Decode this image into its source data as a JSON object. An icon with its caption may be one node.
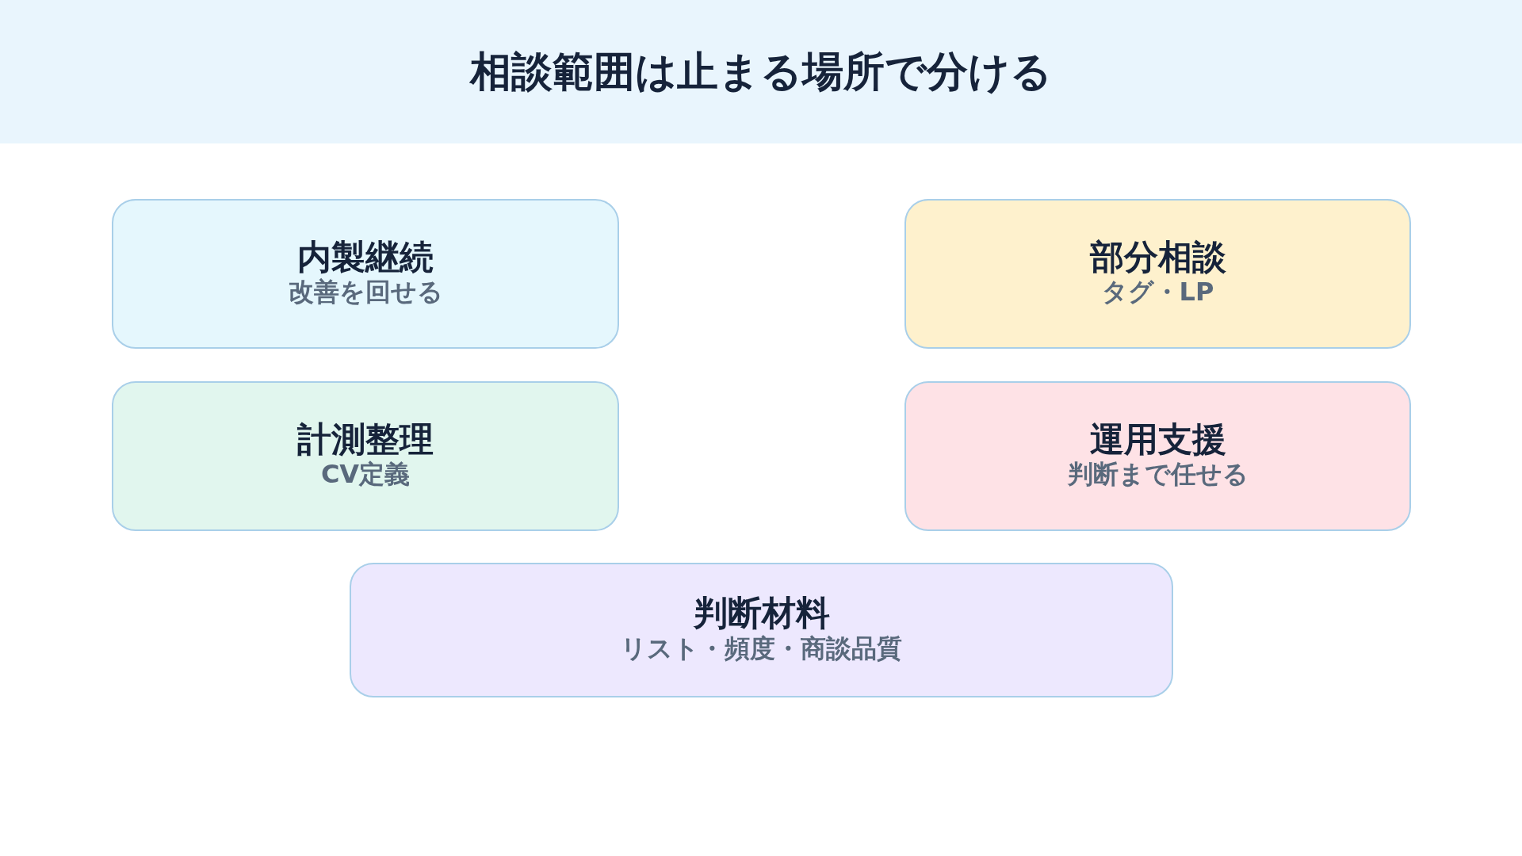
{
  "diagram": {
    "title": "相談範囲は止まる場所で分ける",
    "nodes": [
      {
        "text": [
          "内製継続",
          "改善を回せる"
        ]
      },
      {
        "text": [
          "部分相談",
          "タグ・LP"
        ]
      },
      {
        "text": [
          "計測整理",
          "CV定義"
        ]
      },
      {
        "text": [
          "運用支援",
          "判断まで任せる"
        ]
      },
      {
        "text": [
          "判断材料",
          "リスト・頻度・商談品質"
        ]
      }
    ]
  }
}
